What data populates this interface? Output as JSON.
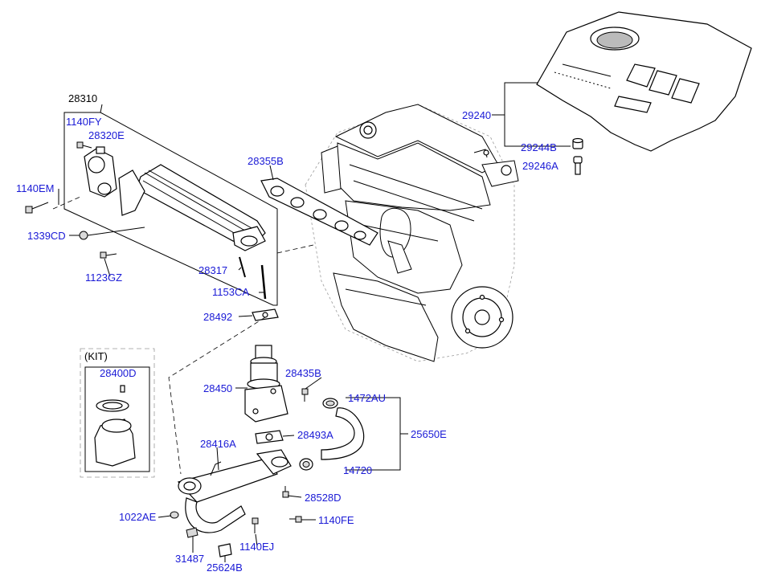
{
  "labels": {
    "p28310": "28310",
    "p1140FY": "1140FY",
    "p28320E": "28320E",
    "p1140EM": "1140EM",
    "p1339CD": "1339CD",
    "p1123GZ": "1123GZ",
    "p28317": "28317",
    "p1153CA": "1153CA",
    "p28492": "28492",
    "p28355B": "28355B",
    "p29240": "29240",
    "p29244B": "29244B",
    "p29246A": "29246A",
    "kit": "(KIT)",
    "p28400D": "28400D",
    "p28450": "28450",
    "p28435B": "28435B",
    "p1472AU": "1472AU",
    "p28493A": "28493A",
    "p25650E": "25650E",
    "p28416A": "28416A",
    "p14720": "14720",
    "p28528D": "28528D",
    "p1022AE": "1022AE",
    "p1140FE": "1140FE",
    "p1140EJ": "1140EJ",
    "p31487": "31487",
    "p25624B": "25624B"
  },
  "colors": {
    "label": "#1a1ad6",
    "line": "#000000",
    "fill_shade": "#d9d9d9"
  },
  "parts": [
    "egr-cooler-assembly",
    "egr-valve-actuator",
    "engine-assembly",
    "engine-cover",
    "intake-gasket",
    "egr-valve",
    "egr-pipe",
    "hose",
    "clamp",
    "bolt",
    "gasket",
    "kit-valve"
  ]
}
